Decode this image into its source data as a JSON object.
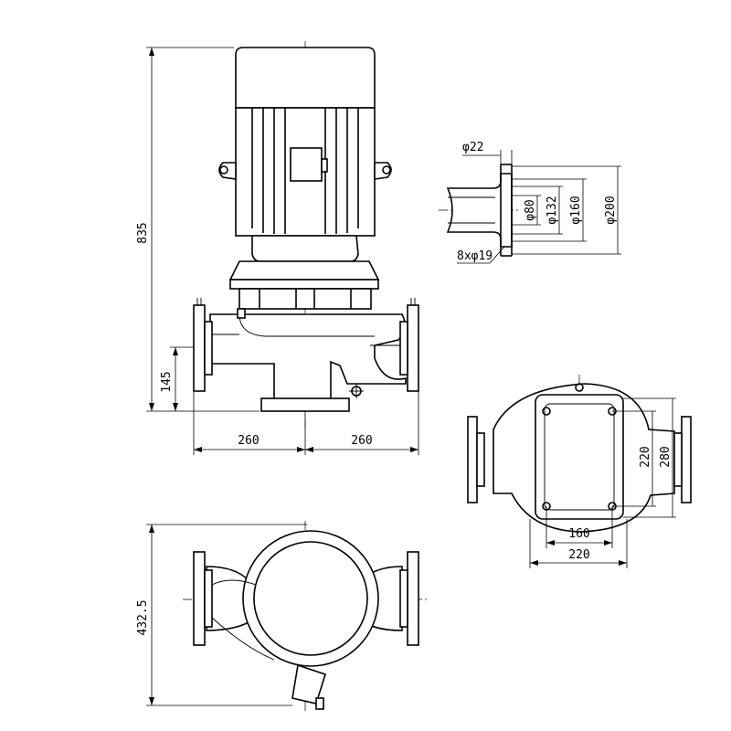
{
  "dimensions": {
    "overall_height": "835",
    "inlet_height": "145",
    "half_length_left": "260",
    "half_length_right": "260",
    "flange_pipe_thickness": "φ22",
    "flange_bore": "φ80",
    "flange_hub": "φ132",
    "flange_bolt_circle": "φ160",
    "flange_outer": "φ200",
    "flange_bolt_holes": "8xφ19",
    "base_hole_spacing_v": "220",
    "base_outer_v": "280",
    "base_hole_spacing_h": "160",
    "base_outer_h": "220",
    "top_view_depth": "432.5"
  },
  "views": [
    "front-elevation",
    "flange-detail",
    "base-plan",
    "top-plan"
  ]
}
